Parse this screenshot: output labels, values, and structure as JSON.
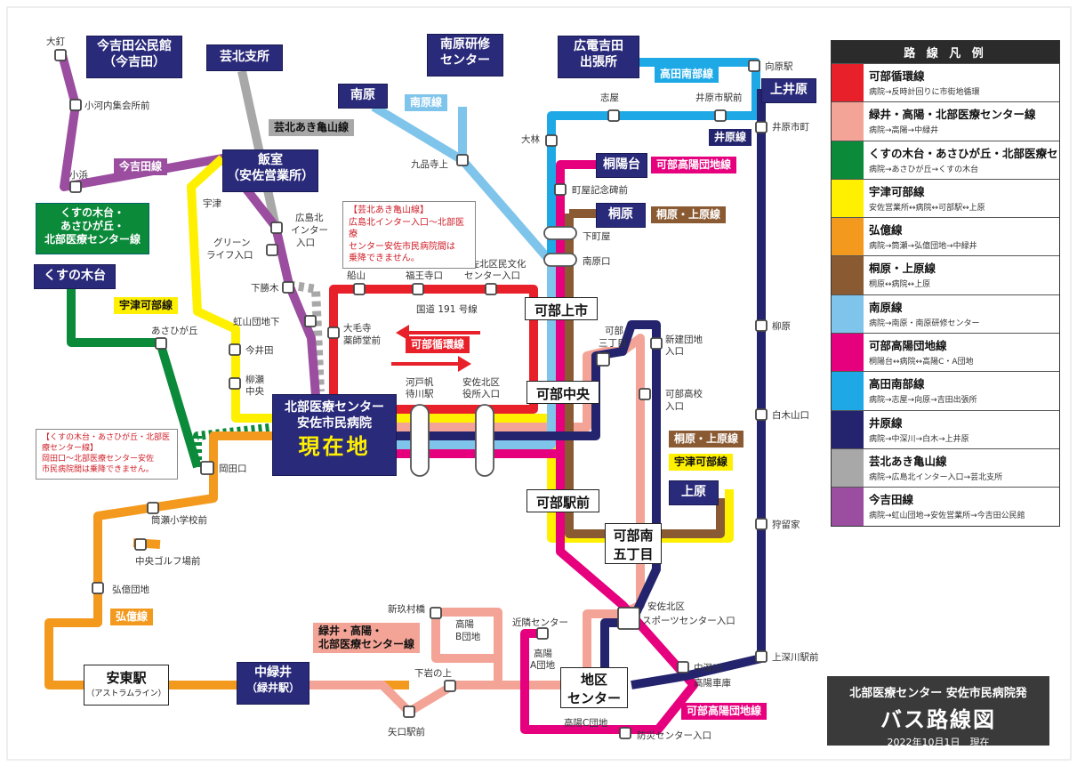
{
  "legend": {
    "title": "路 線 凡 例",
    "routes": [
      {
        "name": "可部循環線",
        "route": "病院→反時計回りに市街地循環",
        "color": "#e8202a"
      },
      {
        "name": "緑井・高陽・北部医療センター線",
        "route": "病院→高陽→中緑井",
        "color": "#f4a496"
      },
      {
        "name": "くすの木台・あさひが丘・北部医療センター線",
        "route": "病院→あさひが丘→くすの木台",
        "color": "#0b8a3a"
      },
      {
        "name": "宇津可部線",
        "route": "安佐営業所↔病院↔可部駅↔上原",
        "color": "#fff000"
      },
      {
        "name": "弘億線",
        "route": "病院→筒瀬→弘億団地→中緑井",
        "color": "#f39a1e"
      },
      {
        "name": "桐原・上原線",
        "route": "桐原↔病院↔上原",
        "color": "#8a5a32"
      },
      {
        "name": "南原線",
        "route": "病院→南原・南原研修センター",
        "color": "#7fc4ea"
      },
      {
        "name": "可部高陽団地線",
        "route": "桐陽台↔病院↔高陽C・A団地",
        "color": "#e6007e"
      },
      {
        "name": "高田南部線",
        "route": "病院→志屋→向原→吉田出張所",
        "color": "#1ea9e6"
      },
      {
        "name": "井原線",
        "route": "病院→中深川→白木→上井原",
        "color": "#24246e"
      },
      {
        "name": "芸北あき亀山線",
        "route": "病院→広島北インター入口→芸北支所",
        "color": "#a8a8a8"
      },
      {
        "name": "今吉田線",
        "route": "病院→虹山団地→安佐営業所→今吉田公民館",
        "color": "#9b4ea0"
      }
    ]
  },
  "title_box": {
    "line1": "北部医療センター 安佐市民病院発",
    "line2": "バス路線図",
    "date": "2022年10月1日　現在"
  },
  "destinations": {
    "imayoshida": [
      "今吉田公民館",
      "（今吉田）"
    ],
    "geihoku": "芸北支所",
    "minamihara_center": [
      "南原研修",
      "センター"
    ],
    "hiroden": [
      "広電吉田",
      "出張所"
    ],
    "kamiihara": "上井原",
    "minamihara": "南原",
    "iimuro": [
      "飯室",
      "（安佐営業所）"
    ],
    "kusunoki_line": [
      "くすの木台・",
      "あさひが丘・",
      "北部医療センター線"
    ],
    "kusunokidai": "くすの木台",
    "touyoudai": "桐陽台",
    "kirihara": "桐原",
    "uehara": "上原",
    "nakamidorii": [
      "中緑井",
      "（緑井駅）"
    ],
    "current": [
      "北部医療センター",
      "安佐市民病院"
    ],
    "current_label": "現在地"
  },
  "hubs": {
    "kabe_kamiichi": "可部上市",
    "kabe_chuo": "可部中央",
    "kabe_eki": "可部駅前",
    "kabe_minami": [
      "可部南",
      "五丁目"
    ],
    "chiku": [
      "地区",
      "センター"
    ],
    "anto": "安東駅",
    "anto_sub": "（アストラムライン）"
  },
  "line_tags": {
    "imayoshida": "今吉田線",
    "geihoku": "芸北あき亀山線",
    "minamihara": "南原線",
    "takata": "高田南部線",
    "ihara": "井原線",
    "kabe_koyo": "可部高陽団地線",
    "kirihara_uehara1": "桐原・上原線",
    "kirihara_uehara2": "桐原・上原線",
    "utsu": "宇津可部線",
    "utsu2": "宇津可部線",
    "kougoku": "弘億線",
    "midorii": [
      "緑井・高陽・",
      "北部医療センター線"
    ],
    "kabe_koyo2": "可部高陽団地線",
    "kabe_junkan": "可部循環線",
    "kokudo": "国道 191 号線"
  },
  "notes": {
    "geihoku": [
      "【芸北あき亀山線】",
      "広島北インター入口～北部医療",
      "センター安佐市民病院間は",
      "乗降できません。"
    ],
    "kusunoki": [
      "【くすの木台・あさひが丘・北部医療センター線】",
      "岡田口～北部医療センター安佐",
      "市民病院間は乗降できません。"
    ]
  },
  "stops": [
    "大釘",
    "小河内集会所前",
    "小浜",
    "宇津",
    "広島北",
    "インター",
    "入口",
    "グリーン",
    "ライフ入口",
    "下勝木",
    "虹山団地下",
    "今井田",
    "柳瀬",
    "中央",
    "あさひが丘",
    "岡田口",
    "筒瀬小学校前",
    "中央ゴルフ場前",
    "弘億団地",
    "船山",
    "福王寺口",
    "安佐北区民文化",
    "センター入口",
    "大毛寺",
    "薬師堂前",
    "九品寺上",
    "志屋",
    "井原市駅前",
    "向原駅",
    "井原市町",
    "大林",
    "町屋記念碑前",
    "下町屋",
    "南原口",
    "可部",
    "三丁目",
    "新建団地",
    "入口",
    "可部高校",
    "入口",
    "河戸帆",
    "待川駅",
    "安佐北区",
    "役所入口",
    "柳原",
    "白木山口",
    "狩留家",
    "上深川駅前",
    "安佐北区",
    "スポーツセンター入口",
    "新玖村橋",
    "高陽",
    "B団地",
    "近隣センター",
    "高陽",
    "A団地",
    "中深川",
    "高陽車庫",
    "下岩の上",
    "矢口駅前",
    "高陽C団地",
    "防災センター入口"
  ]
}
